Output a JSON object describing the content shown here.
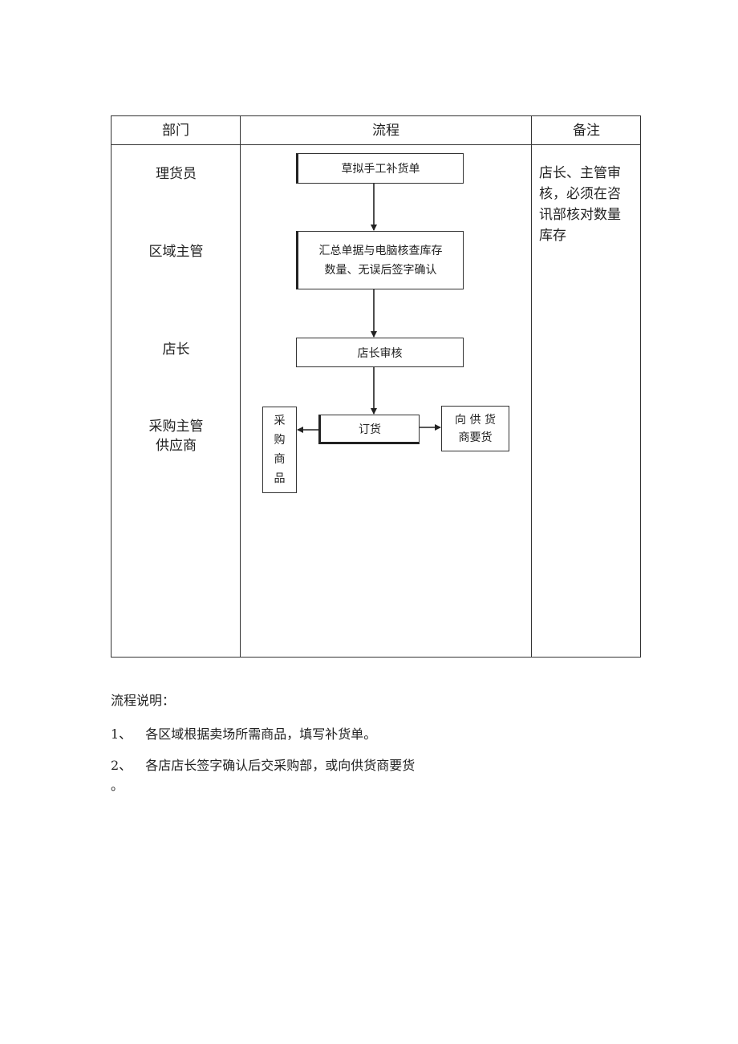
{
  "table": {
    "headers": {
      "dept": "部门",
      "process": "流程",
      "remark": "备注"
    },
    "departments": [
      {
        "lines": [
          "理货员"
        ]
      },
      {
        "lines": [
          "区域主管"
        ]
      },
      {
        "lines": [
          "店长"
        ]
      },
      {
        "lines": [
          "采购主管",
          "供应商"
        ]
      }
    ],
    "remark_lines": [
      "店长、主管审",
      "核，必须在咨",
      "讯部核对数量",
      "库存"
    ]
  },
  "flow": {
    "step1": "草拟手工补货单",
    "step2_line1": "汇总单据与电脑核查库存",
    "step2_line2": "数量、无误后签字确认",
    "step3": "店长审核",
    "step4": "订货",
    "left_chars": [
      "采",
      "购",
      "商",
      "品"
    ],
    "right_line1": "向 供 货",
    "right_line2": "商要货"
  },
  "explanation": {
    "title": "流程说明：",
    "item1_num": "1、",
    "item1_text": "各区域根据卖场所需商品，填写补货单。",
    "item2_num": "2、",
    "item2_text": "各店店长签字确认后交采购部，或向供货商要货",
    "item2_tail": "。"
  }
}
